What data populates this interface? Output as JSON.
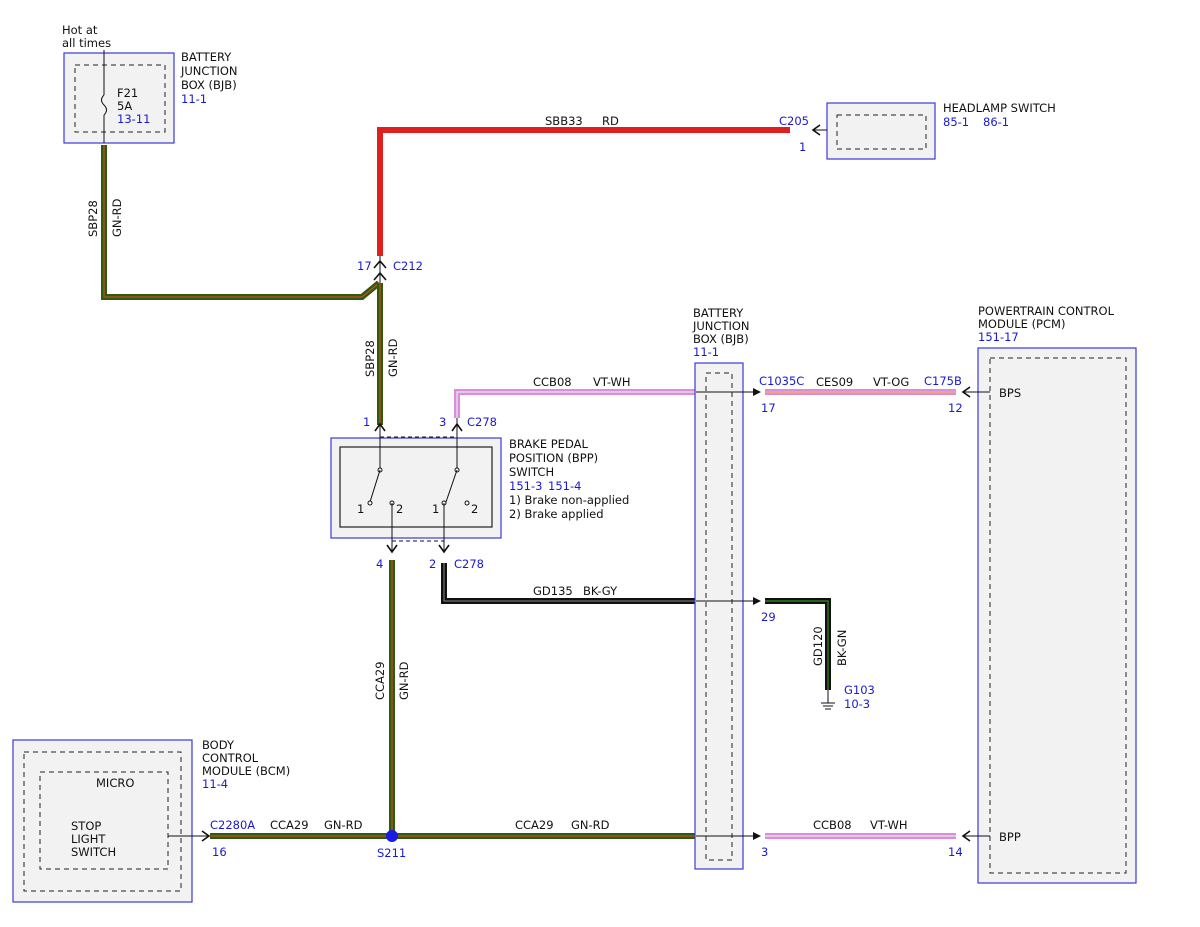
{
  "bjb_top": {
    "supply_label": "Hot at all times",
    "supply_line1": "Hot at",
    "supply_line2": "all times",
    "title1": "BATTERY",
    "title2": "JUNCTION",
    "title3": "BOX (BJB)",
    "ref": "11-1",
    "fuse_name": "F21",
    "fuse_rating": "5A",
    "fuse_ref": "13-11"
  },
  "headlamp_switch": {
    "title": "HEADLAMP SWITCH",
    "ref1": "85-1",
    "ref2": "86-1",
    "connector": "C205",
    "pin": "1"
  },
  "wires": {
    "sbb33": {
      "circuit": "SBB33",
      "color": "RD"
    },
    "sbp28_upper": {
      "circuit": "SBP28",
      "color": "GN-RD"
    },
    "sbp28_lower": {
      "circuit": "SBP28",
      "color": "GN-RD"
    },
    "ccb08_top": {
      "circuit": "CCB08",
      "color": "VT-WH"
    },
    "ces09": {
      "circuit": "CES09",
      "color": "VT-OG"
    },
    "gd135": {
      "circuit": "GD135",
      "color": "BK-GY"
    },
    "gd120": {
      "circuit": "GD120",
      "color": "BK-GN"
    },
    "cca29_vertical": {
      "circuit": "CCA29",
      "color": "GN-RD"
    },
    "cca29_left": {
      "circuit": "CCA29",
      "color": "GN-RD"
    },
    "cca29_right": {
      "circuit": "CCA29",
      "color": "GN-RD"
    },
    "ccb08_bottom": {
      "circuit": "CCB08",
      "color": "VT-WH"
    }
  },
  "connectors": {
    "c212": {
      "name": "C212",
      "pin": "17"
    },
    "c278_pin1": {
      "pin": "1"
    },
    "c278_pin3": {
      "name": "C278",
      "pin": "3"
    },
    "c278_pin4": {
      "pin": "4"
    },
    "c278_pin2": {
      "name": "C278",
      "pin": "2"
    },
    "c1035c": {
      "name": "C1035C",
      "pin": "17"
    },
    "c175b": {
      "name": "C175B",
      "pin": "12"
    },
    "bjb_pin29": {
      "pin": "29"
    },
    "c2280a": {
      "name": "C2280A",
      "pin": "16"
    },
    "bjb_pin3": {
      "pin": "3"
    },
    "pcm_pin14": {
      "pin": "14"
    }
  },
  "bpp_switch": {
    "title1": "BRAKE PEDAL",
    "title2": "POSITION (BPP)",
    "title3": "SWITCH",
    "ref1": "151-3",
    "ref2": "151-4",
    "note1": "1) Brake non-applied",
    "note2": "2) Brake applied",
    "left_pos1": "1",
    "left_pos2": "2",
    "right_pos1": "1",
    "right_pos2": "2"
  },
  "bjb_mid": {
    "title1": "BATTERY",
    "title2": "JUNCTION",
    "title3": "BOX (BJB)",
    "ref": "11-1"
  },
  "pcm": {
    "title1": "POWERTRAIN CONTROL",
    "title2": "MODULE (PCM)",
    "ref": "151-17",
    "input_bps": "BPS",
    "input_bpp": "BPP"
  },
  "ground": {
    "name": "G103",
    "ref": "10-3"
  },
  "bcm": {
    "title1": "BODY",
    "title2": "CONTROL",
    "title3": "MODULE (BCM)",
    "ref": "11-4",
    "micro": "MICRO",
    "stop1": "STOP",
    "stop2": "LIGHT",
    "stop3": "SWITCH"
  },
  "splice": {
    "name": "S211"
  },
  "colors": {
    "red_wire": "#e0201e",
    "green_wire": "#2f5a10",
    "green_stripe": "#c05020",
    "violet_wire": "#d88ed8",
    "violet_stripe": "#f2e6f2",
    "ces09_stripe": "#f2a090",
    "black_wire": "#111111",
    "box_border": "#3a3ad6",
    "ref_text": "#1a1acc"
  }
}
